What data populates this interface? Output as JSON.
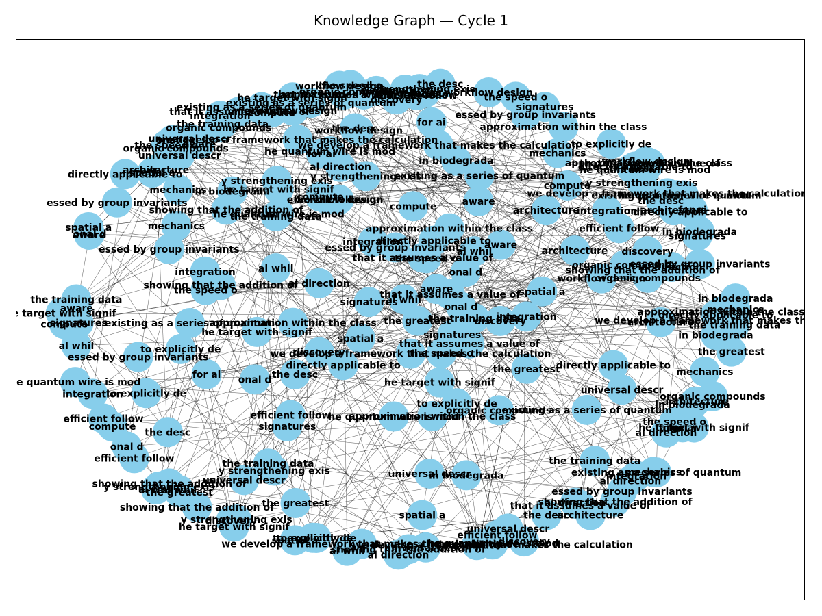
{
  "title": "Knowledge Graph — Cycle 1",
  "colors": {
    "node": "#87ceeb",
    "edge": "#000000",
    "label": "#000000",
    "frame": "#000000"
  },
  "chart_data": {
    "type": "network",
    "title": "Knowledge Graph — Cycle 1",
    "node_count_estimate": 220,
    "legible_node_labels": [
      "we develop a framework that makes the calculation",
      "to explicitly de",
      "organic compounds",
      "he target with signif",
      "signatures",
      "existing as a series of quantum",
      "essed by group invariants",
      "y strengthening exis",
      "workflow design",
      "mechanics",
      "for ai",
      "al direction",
      "directly applicable to",
      "universal descr",
      "he quantum wire is mod",
      "showing that the addition of",
      "approximation within the class",
      "that it assumes a value of",
      "efficient follow",
      "in biodegrada",
      "the speed o",
      "architecture",
      "aware",
      "compute",
      "the desc",
      "al whil",
      "integration",
      "the training data",
      "onal d",
      "the greatest",
      "discovery",
      "spatial a"
    ]
  }
}
